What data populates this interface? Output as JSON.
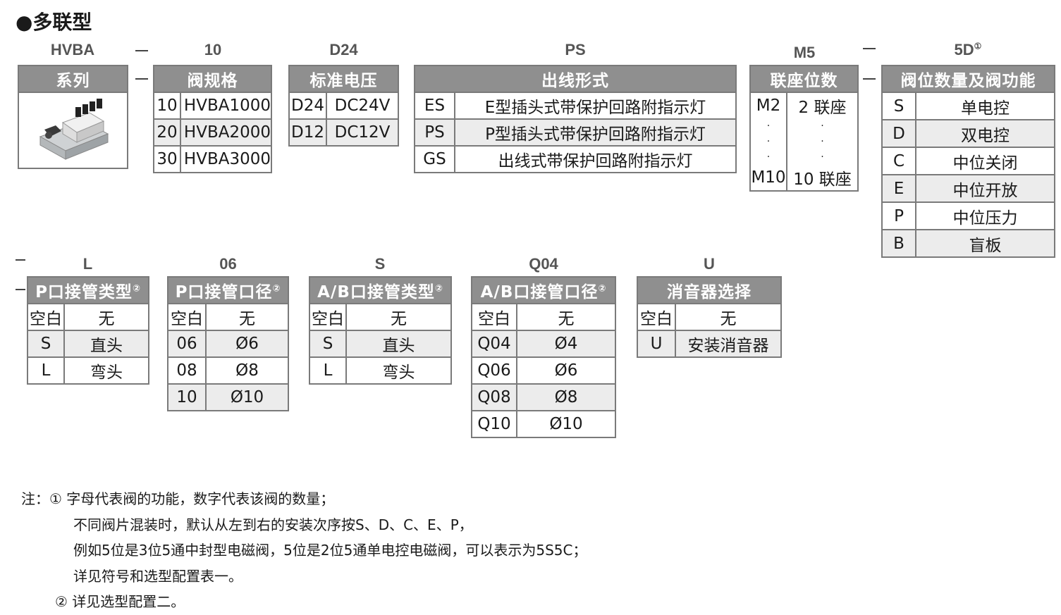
{
  "title": "●多联型",
  "row1": {
    "codes": [
      "HVBA",
      "10",
      "D24",
      "PS",
      "M5",
      "5D"
    ],
    "code5_sup": "①",
    "series": {
      "header": "系列"
    },
    "size": {
      "header": "阀规格",
      "rows": [
        [
          "10",
          "HVBA1000"
        ],
        [
          "20",
          "HVBA2000"
        ],
        [
          "30",
          "HVBA3000"
        ]
      ]
    },
    "voltage": {
      "header": "标准电压",
      "rows": [
        [
          "D24",
          "DC24V"
        ],
        [
          "D12",
          "DC12V"
        ]
      ]
    },
    "wiring": {
      "header": "出线形式",
      "rows": [
        [
          "ES",
          "E型插头式带保护回路附指示灯"
        ],
        [
          "PS",
          "P型插头式带保护回路附指示灯"
        ],
        [
          "GS",
          "出线式带保护回路附指示灯"
        ]
      ]
    },
    "stations": {
      "header": "联座位数",
      "rows": [
        [
          "M2",
          "2 联座"
        ],
        [
          "·",
          "·"
        ],
        [
          "·",
          "·"
        ],
        [
          "·",
          "·"
        ],
        [
          "M10",
          "10 联座"
        ]
      ]
    },
    "valves": {
      "header": "阀位数量及阀功能",
      "rows": [
        [
          "S",
          "单电控"
        ],
        [
          "D",
          "双电控"
        ],
        [
          "C",
          "中位关闭"
        ],
        [
          "E",
          "中位开放"
        ],
        [
          "P",
          "中位压力"
        ],
        [
          "B",
          "盲板"
        ]
      ]
    }
  },
  "row2": {
    "codes": [
      "L",
      "06",
      "S",
      "Q04",
      "U"
    ],
    "p_type": {
      "header": "P口接管类型",
      "sup": "②",
      "rows": [
        [
          "空白",
          "无"
        ],
        [
          "S",
          "直头"
        ],
        [
          "L",
          "弯头"
        ]
      ]
    },
    "p_dia": {
      "header": "P口接管口径",
      "sup": "②",
      "rows": [
        [
          "空白",
          "无"
        ],
        [
          "06",
          "Ø6"
        ],
        [
          "08",
          "Ø8"
        ],
        [
          "10",
          "Ø10"
        ]
      ]
    },
    "ab_type": {
      "header": "A/B口接管类型",
      "sup": "②",
      "rows": [
        [
          "空白",
          "无"
        ],
        [
          "S",
          "直头"
        ],
        [
          "L",
          "弯头"
        ]
      ]
    },
    "ab_dia": {
      "header": "A/B口接管口径",
      "sup": "②",
      "rows": [
        [
          "空白",
          "无"
        ],
        [
          "Q04",
          "Ø4"
        ],
        [
          "Q06",
          "Ø6"
        ],
        [
          "Q08",
          "Ø8"
        ],
        [
          "Q10",
          "Ø10"
        ]
      ]
    },
    "silencer": {
      "header": "消音器选择",
      "rows": [
        [
          "空白",
          "无"
        ],
        [
          "U",
          "安装消音器"
        ]
      ]
    }
  },
  "notes": {
    "line1": "注：① 字母代表阀的功能，数字代表该阀的数量；",
    "line2": "不同阀片混装时，默认从左到右的安装次序按S、D、C、E、P，",
    "line3": "例如5位是3位5通中封型电磁阀，5位是2位5通单电控电磁阀，可以表示为5S5C；",
    "line4": "详见符号和选型配置表一。",
    "line5": "② 详见选型配置二。"
  }
}
